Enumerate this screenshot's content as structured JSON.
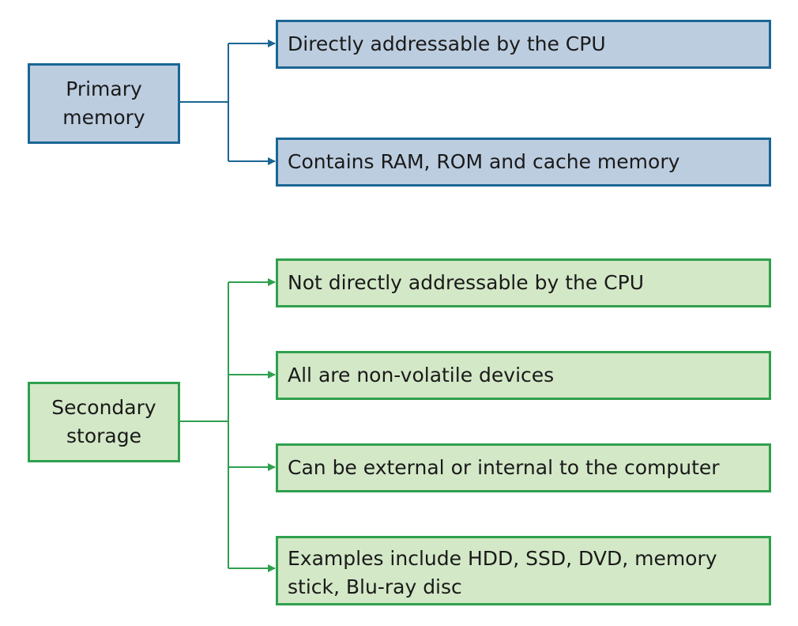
{
  "groups": [
    {
      "title": "Primary memory",
      "color": "#1a6693",
      "fill": "#bccde0",
      "items": [
        "Directly addressable by the CPU",
        "Contains RAM, ROM and cache memory"
      ]
    },
    {
      "title": "Secondary storage",
      "color": "#2fa04e",
      "fill": "#d3e8c7",
      "items": [
        "Not directly addressable by the CPU",
        "All are non-volatile devices",
        "Can be external or internal to the computer",
        "Examples include HDD, SSD, DVD, memory stick, Blu-ray disc"
      ]
    }
  ]
}
